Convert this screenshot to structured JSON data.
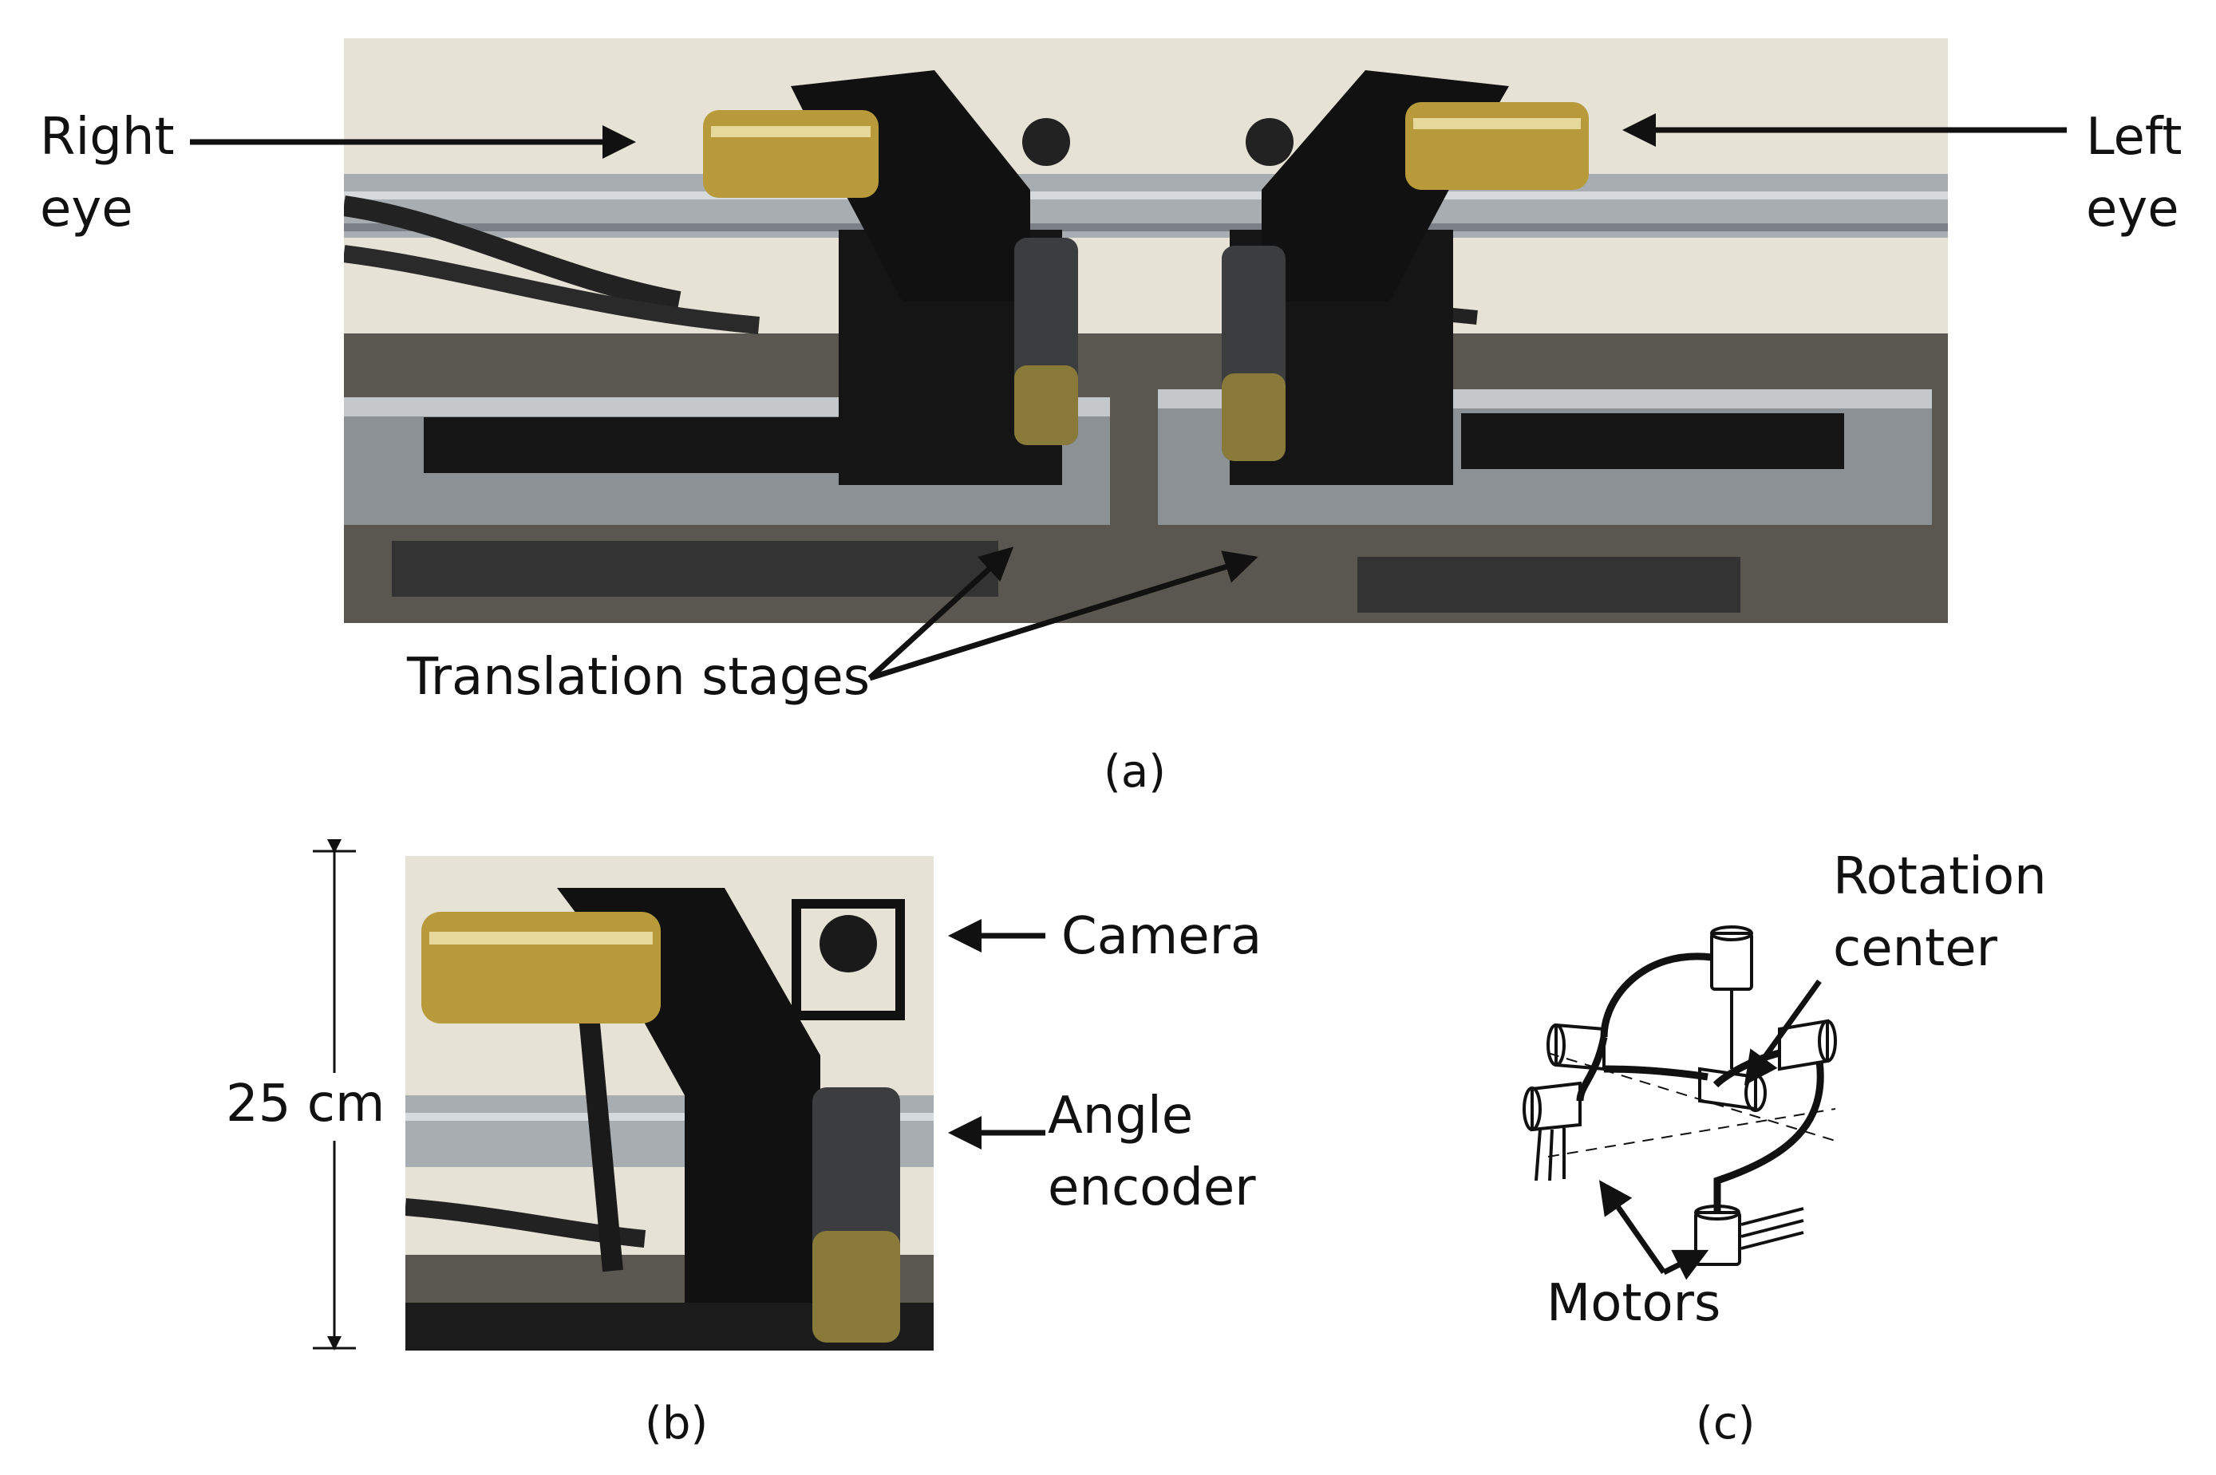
{
  "panel_a": {
    "right_eye_label": "Right\neye",
    "left_eye_label": "Left\neye",
    "stages_label": "Translation stages",
    "caption": "(a)"
  },
  "panel_b": {
    "height_label": "25 cm",
    "camera_label": "Camera",
    "encoder_label": "Angle\nencoder",
    "caption": "(b)"
  },
  "panel_c": {
    "rotation_label": "Rotation\ncenter",
    "motors_label": "Motors",
    "caption": "(c)"
  },
  "colors": {
    "background": "#ffffff",
    "wall": "#e6e2d6",
    "machine": "#151515",
    "brass": "#b89a3a",
    "rail": "#9aa1a6",
    "table": "#58554f"
  }
}
